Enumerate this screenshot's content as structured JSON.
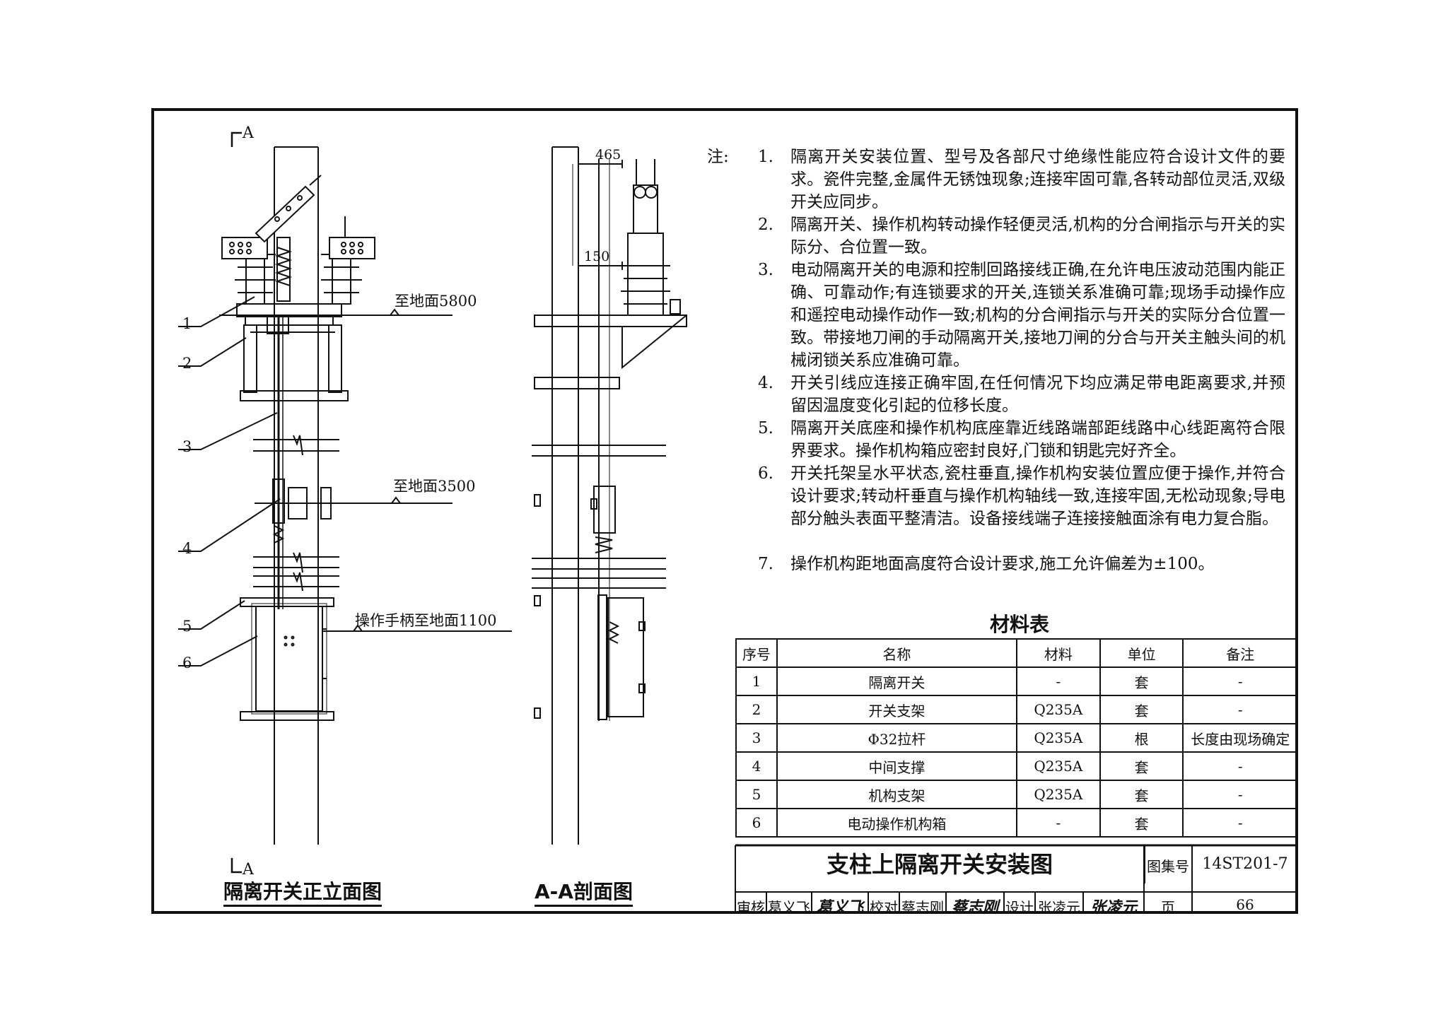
{
  "front_view": {
    "section_mark_top": "A",
    "section_mark_bottom": "A",
    "title": "隔离开关正立面图",
    "callouts": [
      "1",
      "2",
      "3",
      "4",
      "5",
      "6"
    ],
    "dim_top": "至地面5800",
    "dim_mid": "至地面3500",
    "dim_handle": "操作手柄至地面1100"
  },
  "section_view": {
    "title": "A-A剖面图",
    "dim_465": "465",
    "dim_150": "150"
  },
  "notes": {
    "head": "注:",
    "items": [
      {
        "num": "1.",
        "text": "隔离开关安装位置、型号及各部尺寸绝缘性能应符合设计文件的要求。瓷件完整,金属件无锈蚀现象;连接牢固可靠,各转动部位灵活,双级开关应同步。"
      },
      {
        "num": "2.",
        "text": "隔离开关、操作机构转动操作轻便灵活,机构的分合闸指示与开关的实际分、合位置一致。"
      },
      {
        "num": "3.",
        "text": "电动隔离开关的电源和控制回路接线正确,在允许电压波动范围内能正确、可靠动作;有连锁要求的开关,连锁关系准确可靠;现场手动操作应和遥控电动操作动作一致;机构的分合闸指示与开关的实际分合位置一致。带接地刀闸的手动隔离开关,接地刀闸的分合与开关主触头间的机械闭锁关系应准确可靠。"
      },
      {
        "num": "4.",
        "text": "开关引线应连接正确牢固,在任何情况下均应满足带电距离要求,并预留因温度变化引起的位移长度。"
      },
      {
        "num": "5.",
        "text": "隔离开关底座和操作机构底座靠近线路端部距线路中心线距离符合限界要求。操作机构箱应密封良好,门锁和钥匙完好齐全。"
      },
      {
        "num": "6.",
        "text": "开关托架呈水平状态,瓷柱垂直,操作机构安装位置应便于操作,并符合设计要求;转动杆垂直与操作机构轴线一致,连接牢固,无松动现象;导电部分触头表面平整清洁。设备接线端子连接接触面涂有电力复合脂。"
      },
      {
        "num": "7.",
        "text": "操作机构距地面高度符合设计要求,施工允许偏差为±100。"
      }
    ]
  },
  "materials": {
    "title": "材料表",
    "headers": [
      "序号",
      "名称",
      "材料",
      "单位",
      "备注"
    ],
    "rows": [
      [
        "1",
        "隔离开关",
        "-",
        "套",
        "-"
      ],
      [
        "2",
        "开关支架",
        "Q235A",
        "套",
        "-"
      ],
      [
        "3",
        "Φ32拉杆",
        "Q235A",
        "根",
        "长度由现场确定"
      ],
      [
        "4",
        "中间支撑",
        "Q235A",
        "套",
        "-"
      ],
      [
        "5",
        "机构支架",
        "Q235A",
        "套",
        "-"
      ],
      [
        "6",
        "电动操作机构箱",
        "-",
        "套",
        "-"
      ]
    ]
  },
  "title_block": {
    "drawing_title": "支柱上隔离开关安装图",
    "atlas_label": "图集号",
    "atlas_no": "14ST201-7",
    "review_label": "审核",
    "review_name": "葛义飞",
    "review_sig": "葛义飞",
    "check_label": "校对",
    "check_name": "蔡志刚",
    "check_sig": "蔡志刚",
    "design_label": "设计",
    "design_name": "张凌元",
    "design_sig": "张凌元",
    "page_label": "页",
    "page_no": "66"
  }
}
